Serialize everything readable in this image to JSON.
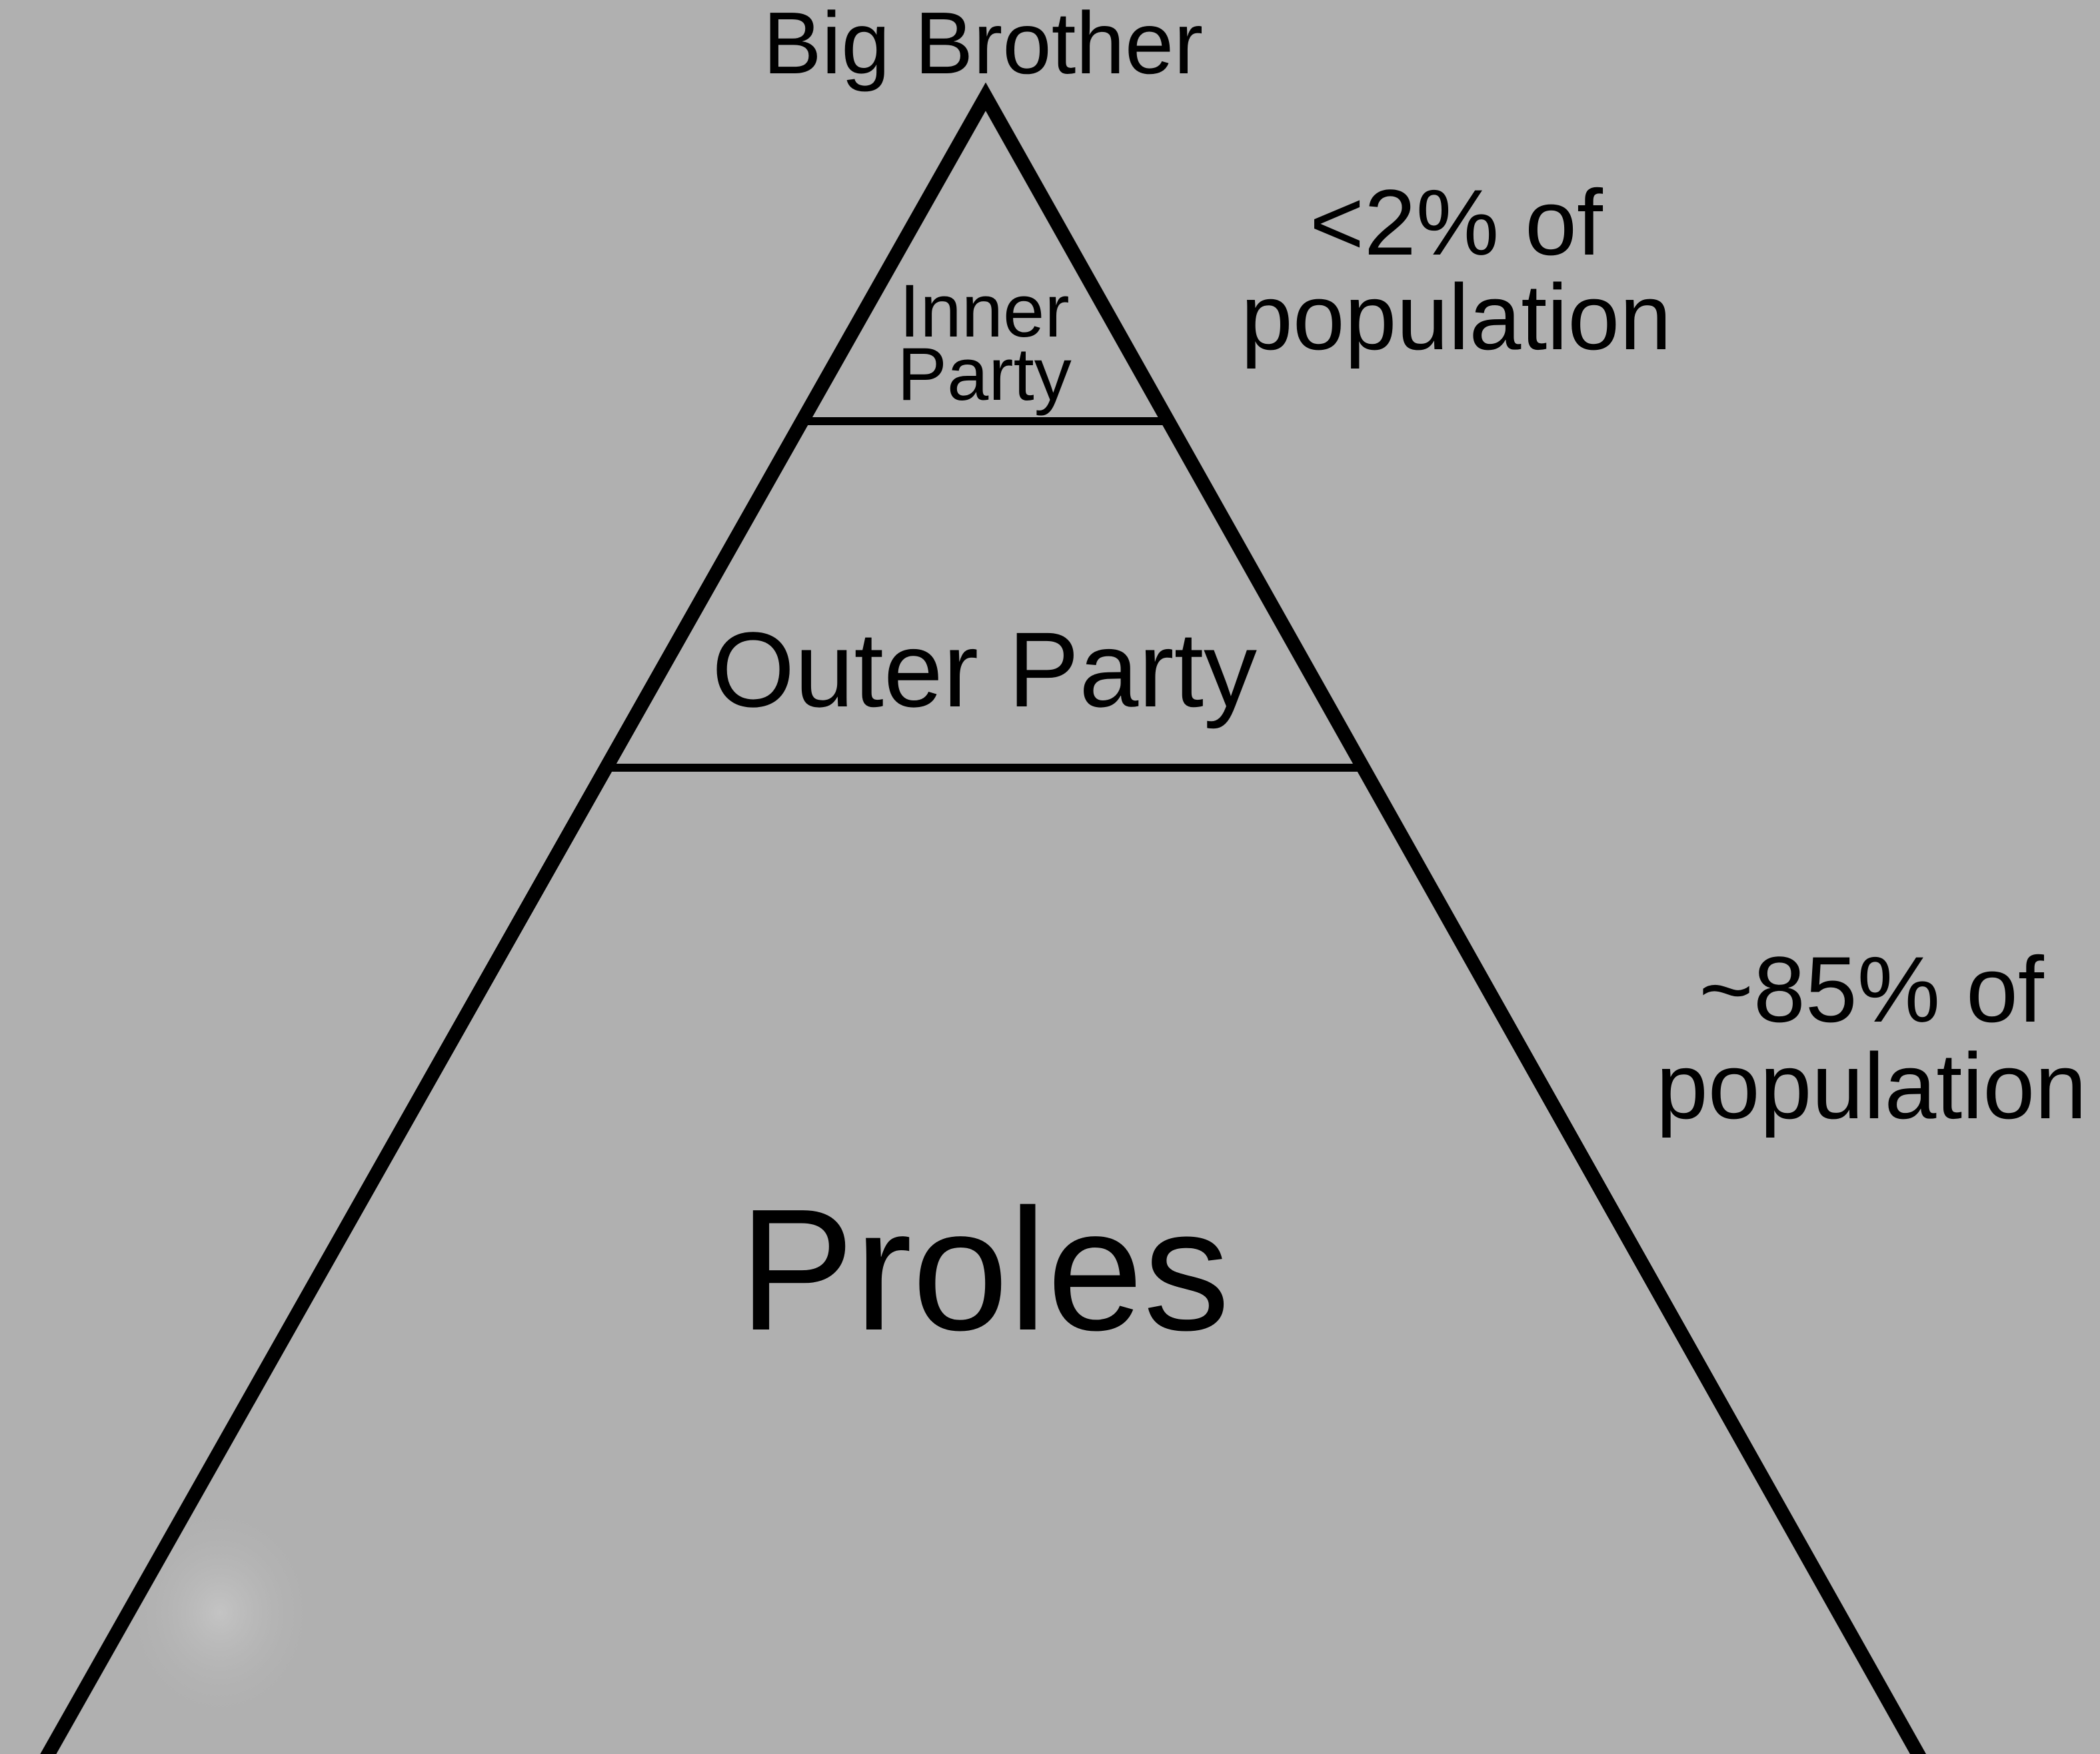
{
  "colors": {
    "background": "#b0b0b0",
    "lines": "#000000",
    "text": "#000000"
  },
  "apex_label": "Big Brother",
  "tiers": {
    "inner_party": {
      "label_line1": "Inner",
      "label_line2": "Party"
    },
    "outer_party": {
      "label": "Outer Party"
    },
    "proles": {
      "label": "Proles"
    }
  },
  "annotations": {
    "top": {
      "line1": "<2% of",
      "line2": "population"
    },
    "bottom": {
      "line1": "~85% of",
      "line2": "population"
    }
  }
}
